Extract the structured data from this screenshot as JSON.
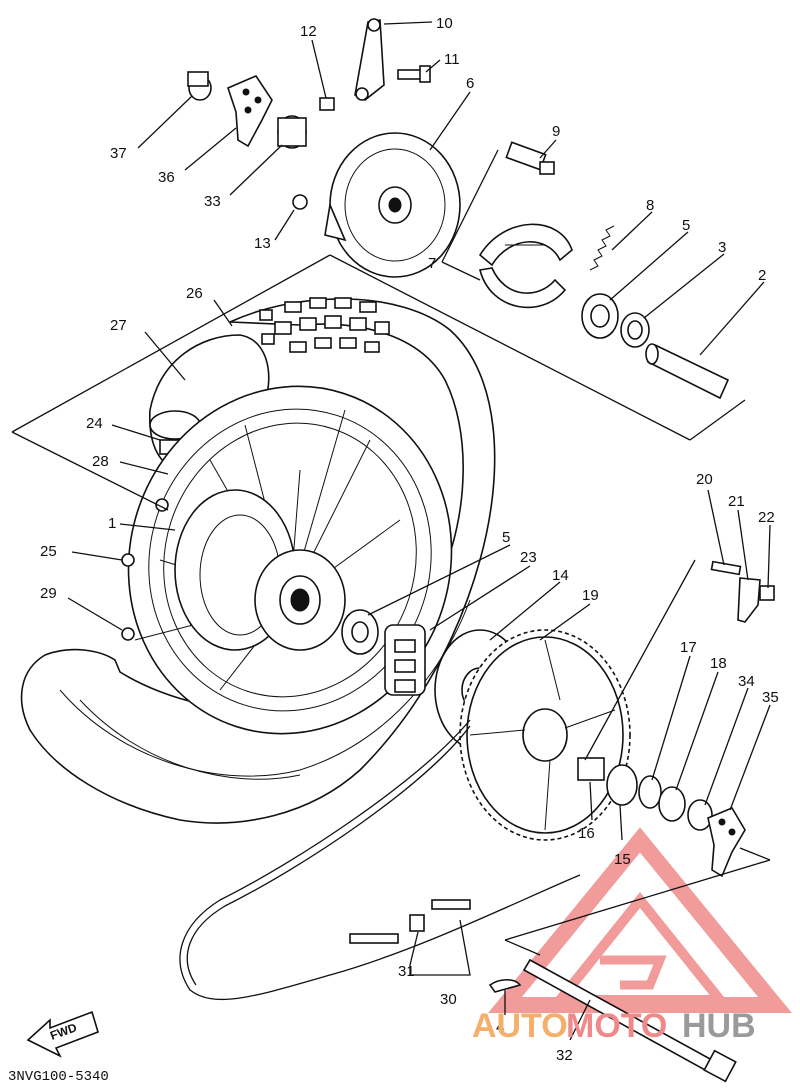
{
  "diagram": {
    "code": "3NVG100-5340",
    "direction_label": "FWD",
    "callouts": [
      "1",
      "2",
      "3",
      "4",
      "5",
      "5",
      "6",
      "7",
      "8",
      "9",
      "10",
      "11",
      "12",
      "13",
      "14",
      "15",
      "16",
      "17",
      "18",
      "19",
      "20",
      "21",
      "22",
      "23",
      "24",
      "25",
      "26",
      "27",
      "28",
      "29",
      "30",
      "31",
      "32",
      "33",
      "34",
      "35",
      "36",
      "37"
    ]
  },
  "watermark": {
    "brand_a": "AUTO",
    "brand_b": "MOTO",
    "brand_c": "HUB",
    "color_primary": "#f08a8a",
    "color_secondary": "#9a9a9a"
  }
}
